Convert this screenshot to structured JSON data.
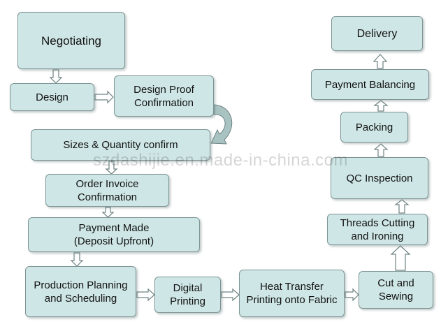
{
  "nodes": {
    "negotiating": [
      "Negotiating"
    ],
    "design": [
      "Design"
    ],
    "design_proof": [
      "Design Proof",
      "Confirmation"
    ],
    "sizes_quantity": [
      "Sizes & Quantity confirm"
    ],
    "order_invoice": [
      "Order Invoice",
      "Confirmation"
    ],
    "payment_made": [
      "Payment Made",
      "(Deposit Upfront)"
    ],
    "production_planning": [
      "Production Planning",
      "and Scheduling"
    ],
    "digital_printing": [
      "Digital",
      "Printing"
    ],
    "heat_transfer": [
      "Heat Transfer",
      "Printing onto Fabric"
    ],
    "cut_sewing": [
      "Cut and",
      "Sewing"
    ],
    "threads_cutting": [
      "Threads Cutting",
      "and Ironing"
    ],
    "qc_inspection": [
      "QC Inspection"
    ],
    "packing": [
      "Packing"
    ],
    "payment_balancing": [
      "Payment Balancing"
    ],
    "delivery": [
      "Delivery"
    ]
  },
  "watermark": "szdashijie.en.made-in-china.com",
  "colors": {
    "box_fill": "#cfe6e6",
    "box_border": "#7f9595",
    "arrow_fill": "#ffffff",
    "arrow_stroke": "#6f8383",
    "curved_arrow": "#a9c3c3"
  }
}
